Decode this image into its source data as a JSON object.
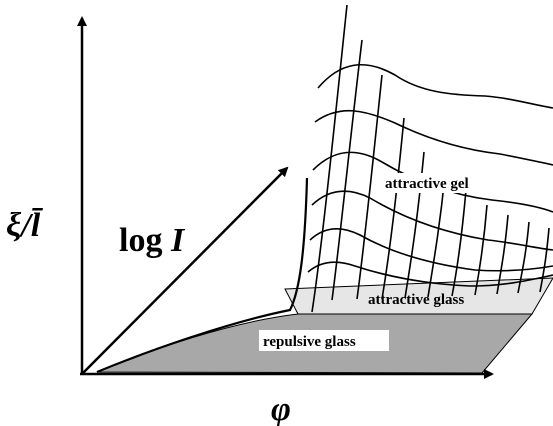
{
  "diagram": {
    "axes": {
      "vertical_label": "ξ/l̄",
      "horizontal_label": "φ",
      "depth_label_prefix": "log ",
      "depth_label_var": "I"
    },
    "regions": {
      "repulsive_glass": "repulsive glass",
      "attractive_glass": "attractive glass",
      "attractive_gel": "attractive gel"
    },
    "colors": {
      "repulsive_fill": "#a8a8a8",
      "attractive_glass_fill": "#e6e6e6",
      "line": "#000000"
    }
  }
}
